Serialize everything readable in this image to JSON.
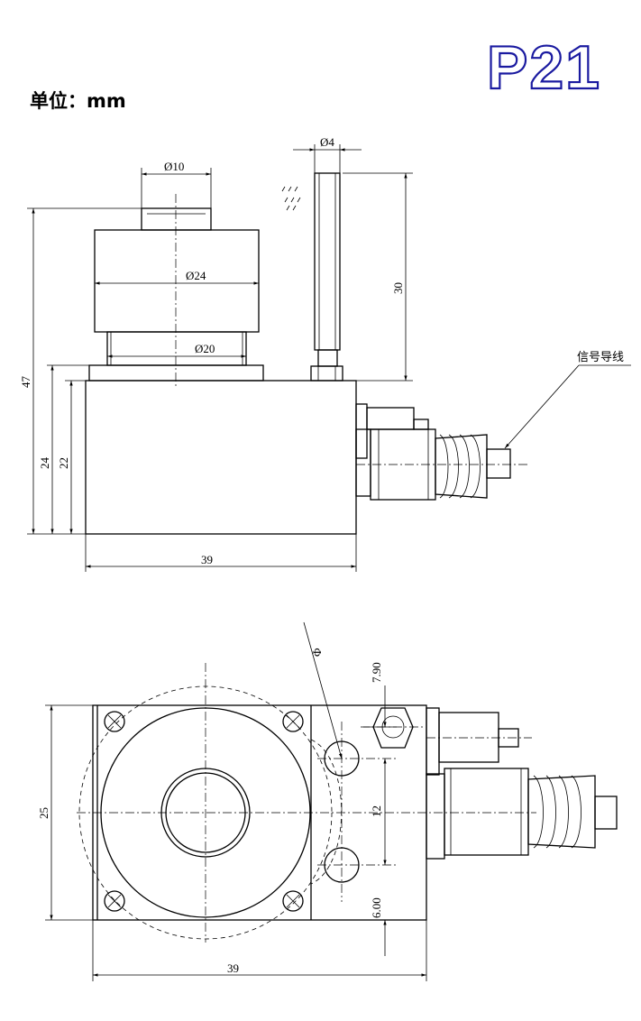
{
  "header": {
    "model": "P21",
    "unit_label": "单位：mm"
  },
  "side_view": {
    "dims": {
      "dia_top": "Ø10",
      "dia_body": "Ø24",
      "dia_base": "Ø20",
      "dia_rod": "Ø4",
      "rod_height": "30",
      "total_height": "47",
      "block_height": "24",
      "inner_height": "22",
      "width": "39"
    },
    "cable_label": "信号导线"
  },
  "top_view": {
    "dims": {
      "hole_dia": "Φ",
      "offset_top": "7.90",
      "hole_spacing": "12",
      "offset_bottom": "6.00",
      "height": "25",
      "width": "39"
    }
  }
}
